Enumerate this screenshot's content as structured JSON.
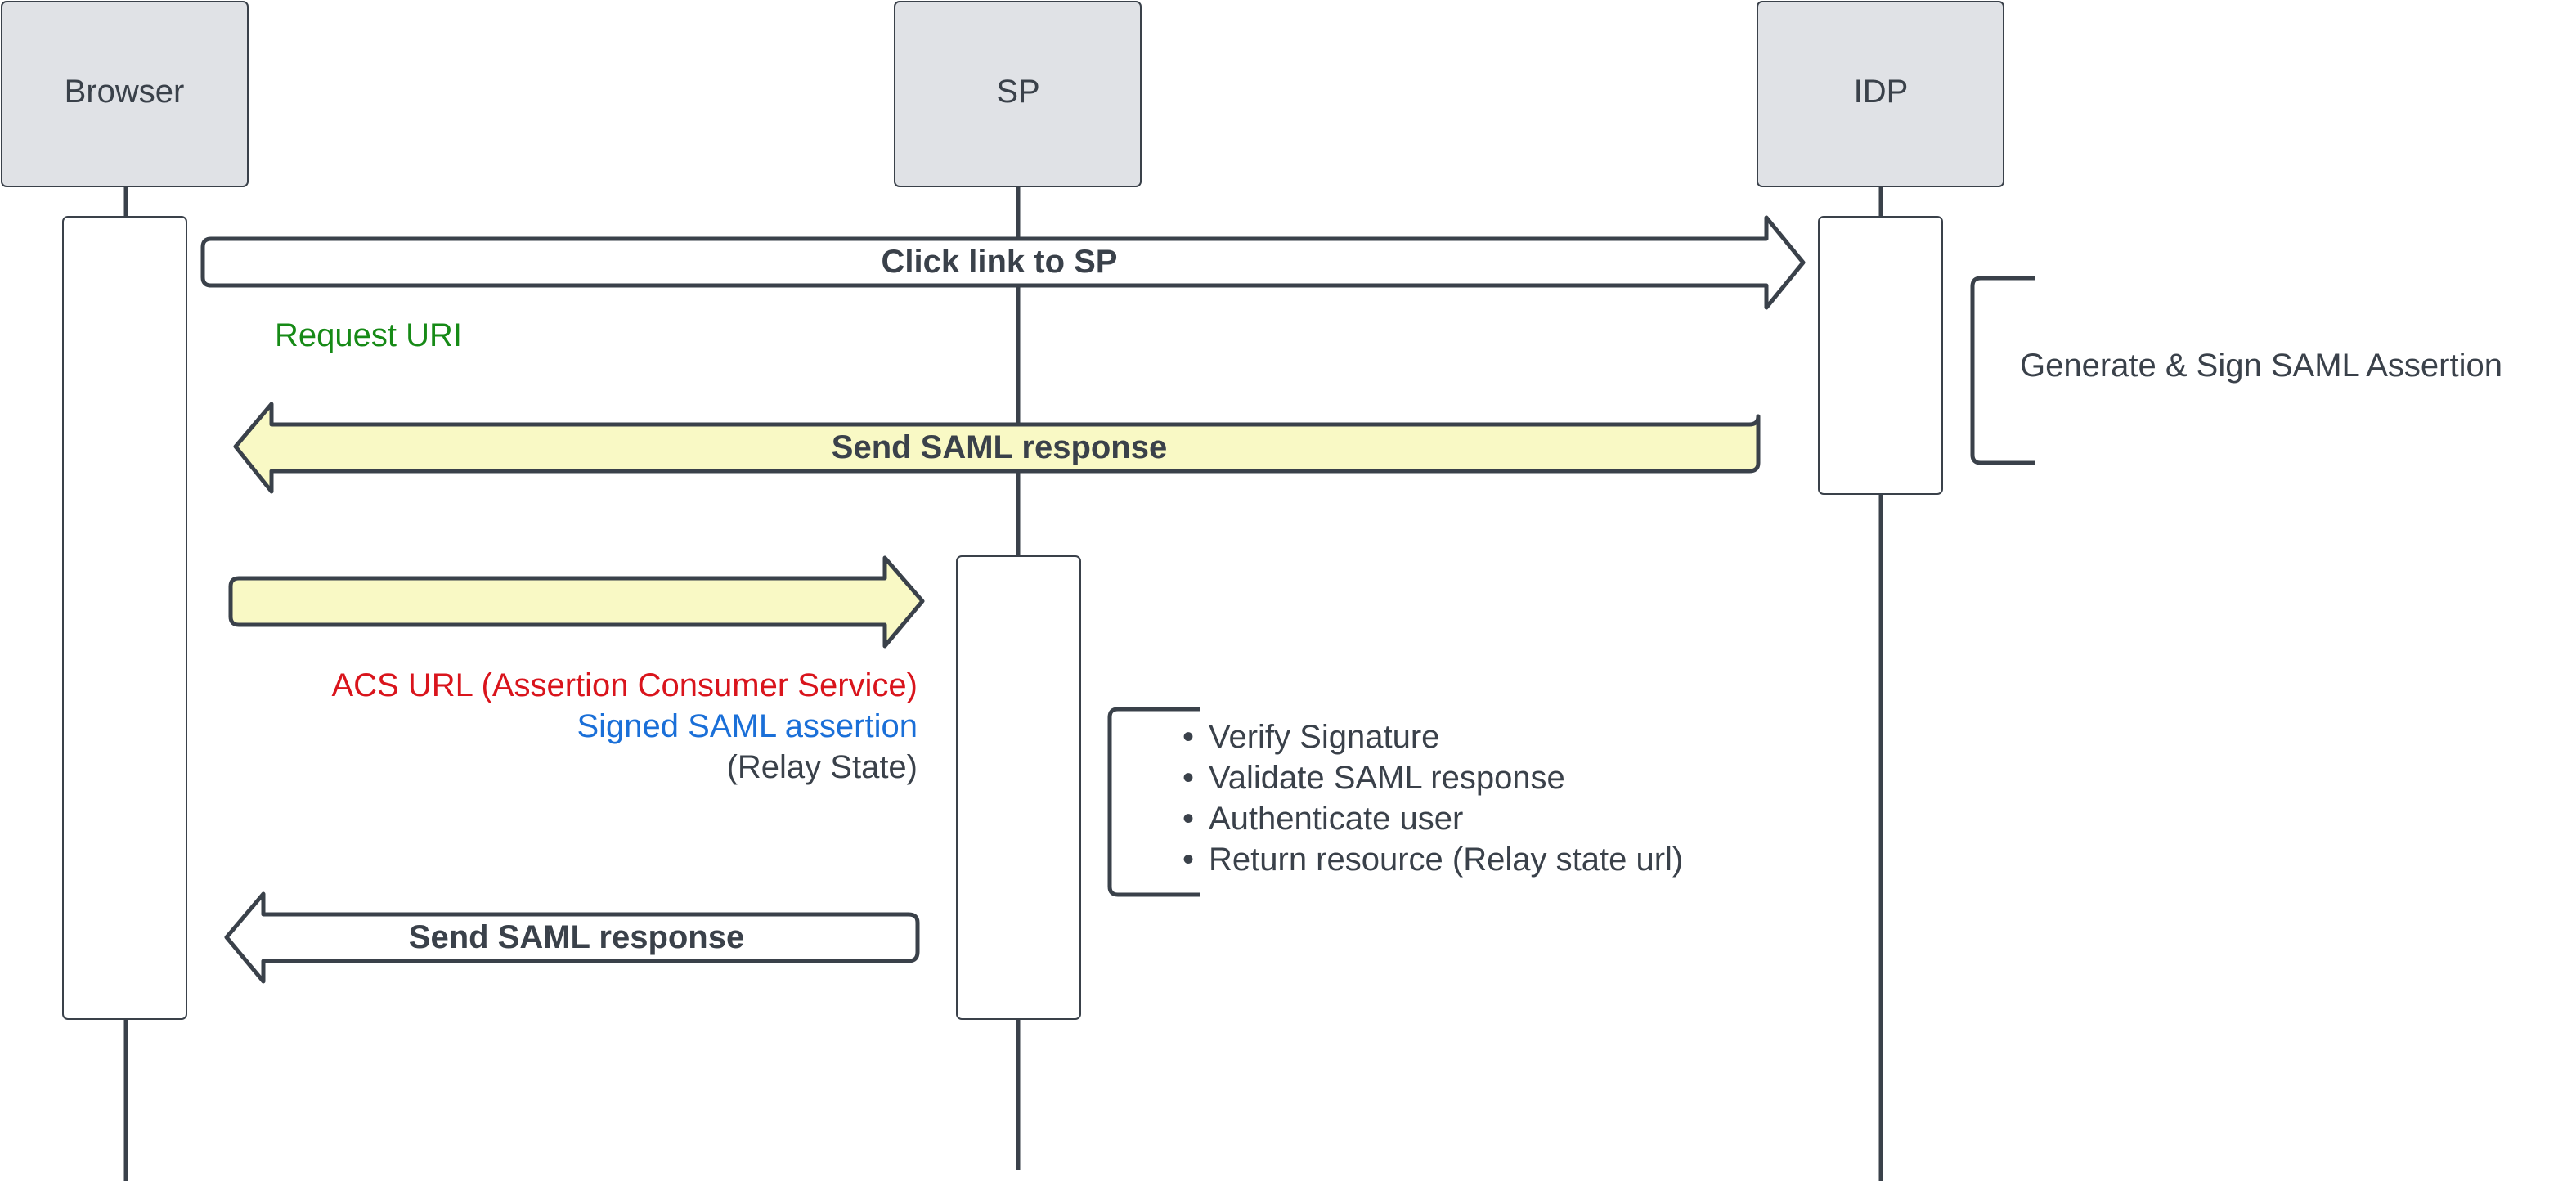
{
  "participants": [
    {
      "id": "browser",
      "label": "Browser"
    },
    {
      "id": "sp",
      "label": "SP"
    },
    {
      "id": "idp",
      "label": "IDP"
    }
  ],
  "messages": [
    {
      "id": "click",
      "label": "Click link to SP",
      "fill": "#ffffff"
    },
    {
      "id": "send1",
      "label": "Send SAML response",
      "fill": "#f9f9c5"
    },
    {
      "id": "post",
      "label": "",
      "fill": "#f9f9c5"
    },
    {
      "id": "send2",
      "label": "Send SAML response",
      "fill": "#ffffff"
    }
  ],
  "notes": {
    "request_uri": "Request URI",
    "acs_url": "ACS URL (Assertion Consumer Service)",
    "signed_assertion": "Signed SAML assertion",
    "relay_state": "(Relay State)",
    "generate_sign": "Generate & Sign SAML Assertion",
    "sp_steps": [
      "Verify Signature",
      "Validate SAML response",
      "Authenticate user",
      "Return resource (Relay state url)"
    ],
    "bullet": "•"
  },
  "colors": {
    "participant_fill": "#e0e2e6",
    "stroke": "#3a414a",
    "text": "#3a414a",
    "green": "#168a16",
    "red": "#d9141c",
    "blue": "#1a6fd8",
    "note_yellow": "#f9f9c5"
  }
}
